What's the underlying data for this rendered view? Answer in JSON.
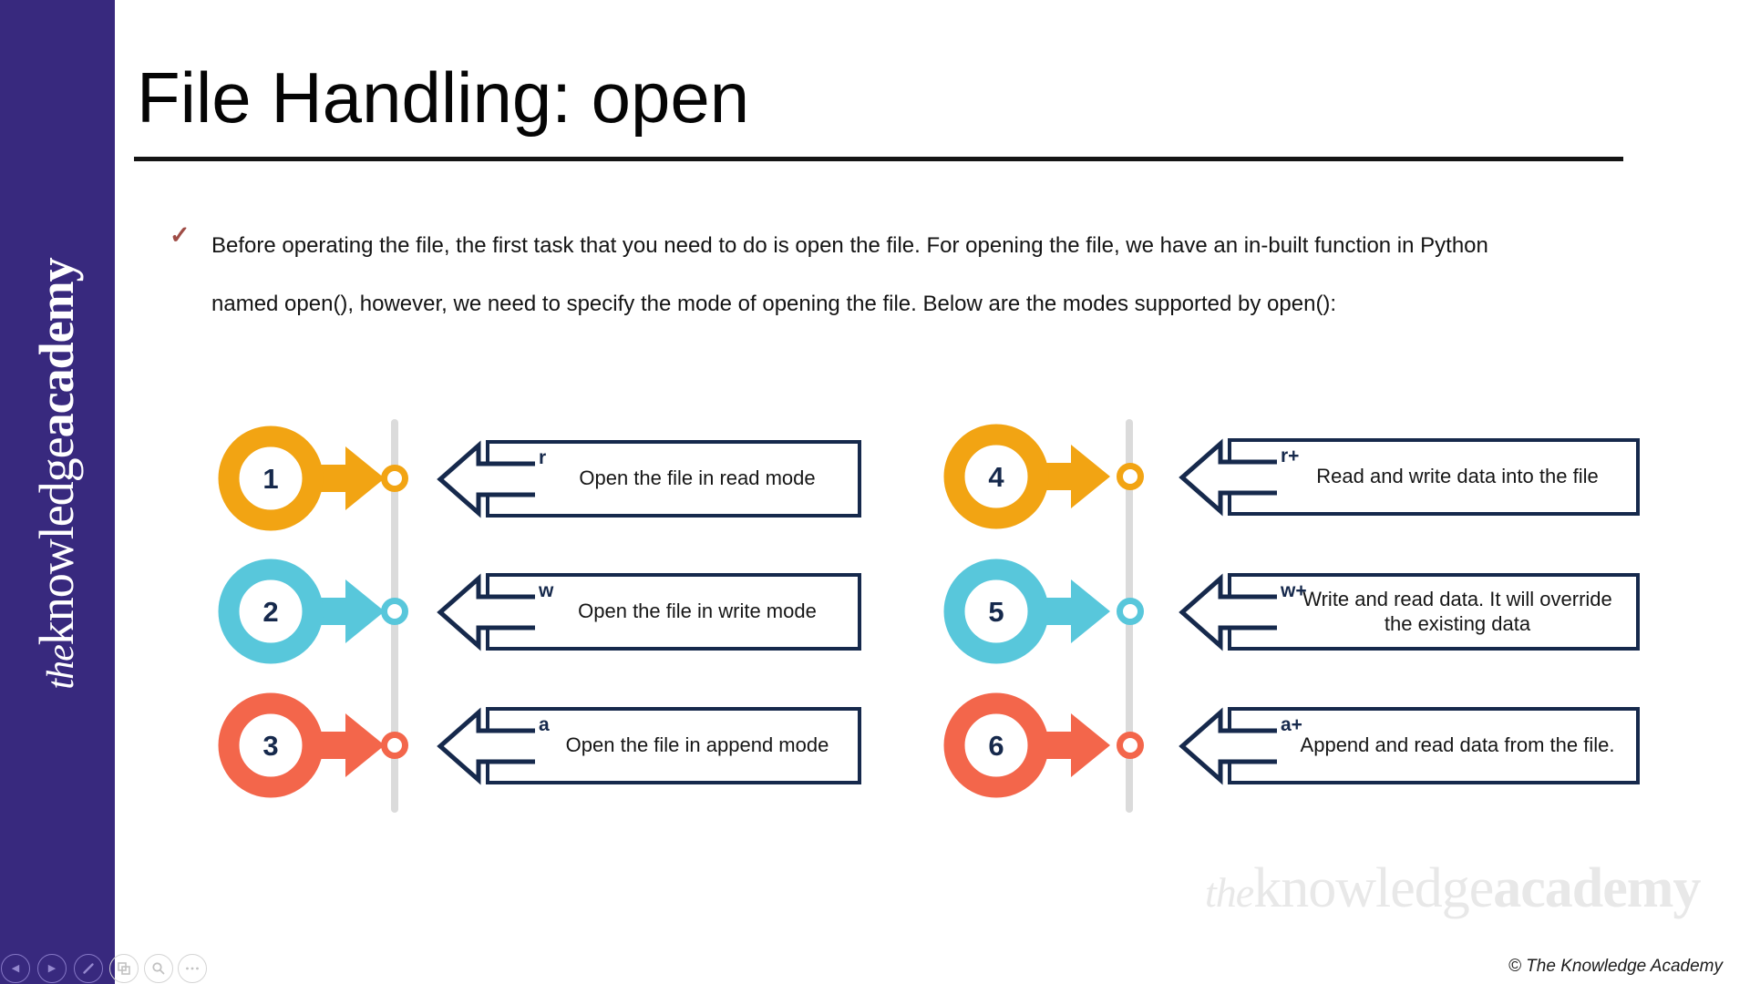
{
  "slide": {
    "title": "File Handling: open",
    "bullet": {
      "check": "✓",
      "text": "Before operating the file, the first task that you need to do is open the file. For opening the file, we have an in-built function in Python\nnamed open(), however, we need to specify the mode of opening the file. Below are the modes supported by open():"
    },
    "brand": {
      "the": "the",
      "knowledge": "knowledge",
      "academy": "academy"
    },
    "copyright": "© The Knowledge Academy"
  },
  "modes": [
    {
      "number": "1",
      "mode": "r",
      "description": "Open the file in read mode",
      "color": "#F2A413"
    },
    {
      "number": "2",
      "mode": "w",
      "description": "Open the file in write mode",
      "color": "#58C7DB"
    },
    {
      "number": "3",
      "mode": "a",
      "description": "Open the file in append mode",
      "color": "#F3664B"
    },
    {
      "number": "4",
      "mode": "r+",
      "description": "Read and write data into the file",
      "color": "#F2A413"
    },
    {
      "number": "5",
      "mode": "w+",
      "description": "Write and read data. It will override\nthe existing data",
      "color": "#58C7DB"
    },
    {
      "number": "6",
      "mode": "a+",
      "description": "Append and read data from the file.",
      "color": "#F3664B"
    }
  ],
  "colors": {
    "accent_navy": "#16294C",
    "sidebar_purple": "#38297E",
    "timeline_gray": "#DBDBDB",
    "check_maroon": "#9F4C46",
    "watermark_gray": "#E8E8E8",
    "orange": "#F2A413",
    "cyan": "#58C7DB",
    "coral": "#F3664B"
  },
  "toolbar": {
    "icons": [
      "previous-slide",
      "next-slide",
      "pen",
      "see-all-slides",
      "zoom",
      "more-options"
    ]
  }
}
